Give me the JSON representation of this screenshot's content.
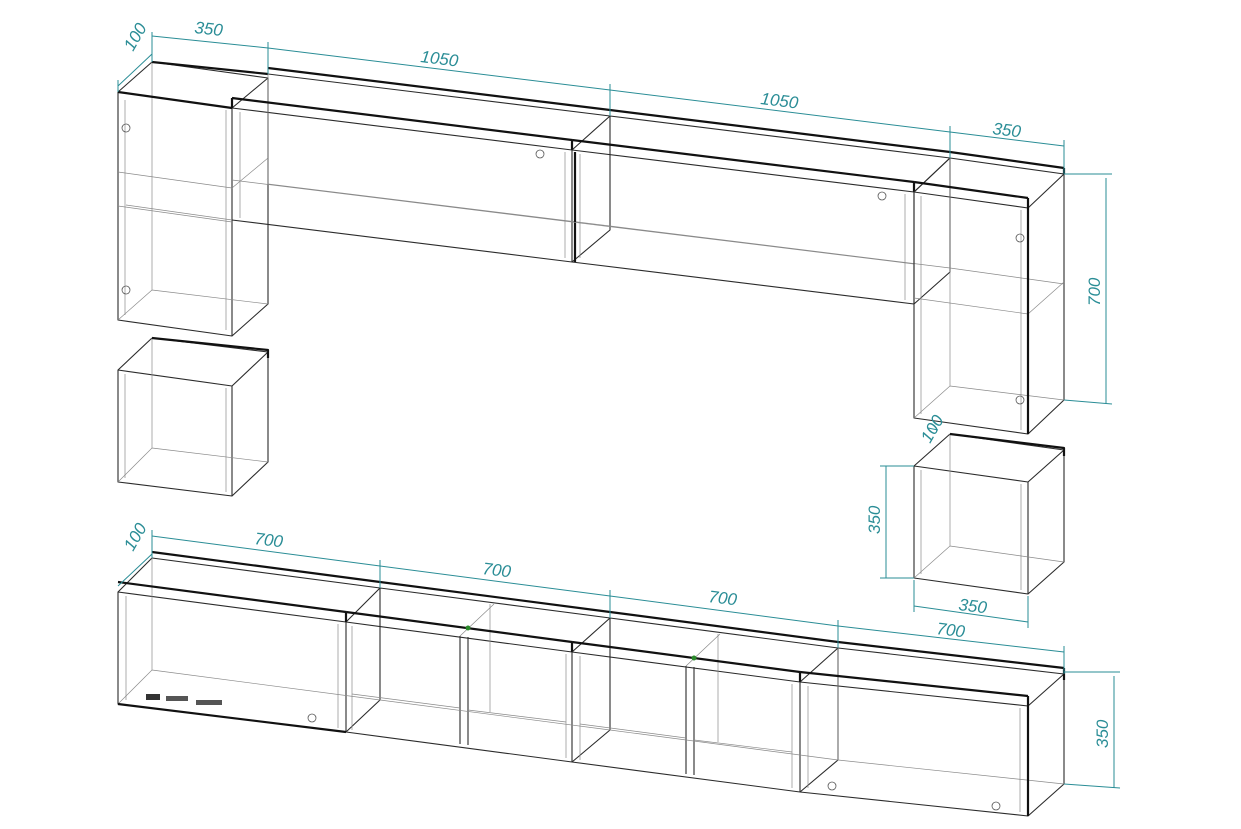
{
  "colors": {
    "dimension": "#2a8d96",
    "outline": "#2b2b2b",
    "hidden": "#8a8a8a",
    "background": "#ffffff"
  },
  "dimensions": {
    "top_left_depth": "100",
    "top_left_width": "350",
    "top_span_1": "1050",
    "top_span_2": "1050",
    "top_right_width": "350",
    "right_tall_height": "700",
    "small_right_depth": "100",
    "small_right_height": "350",
    "small_right_width": "350",
    "bottom_depth": "100",
    "bottom_span_1": "700",
    "bottom_span_2": "700",
    "bottom_span_3": "700",
    "bottom_span_4": "700",
    "bottom_height": "350"
  }
}
